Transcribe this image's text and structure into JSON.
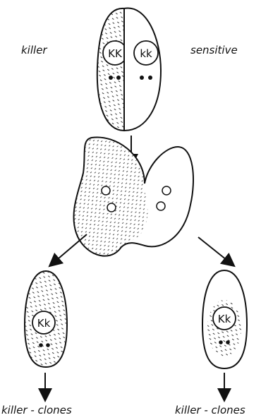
{
  "labels": {
    "killer": "killer",
    "sensitive": "sensitive",
    "killer_clones_left": "killer - clones",
    "killer_clones_right": "killer - clones"
  },
  "genotypes": {
    "killer_parent": "KK",
    "sensitive_parent": "kk",
    "offspring_left": "Kk",
    "offspring_right": "Kk"
  }
}
